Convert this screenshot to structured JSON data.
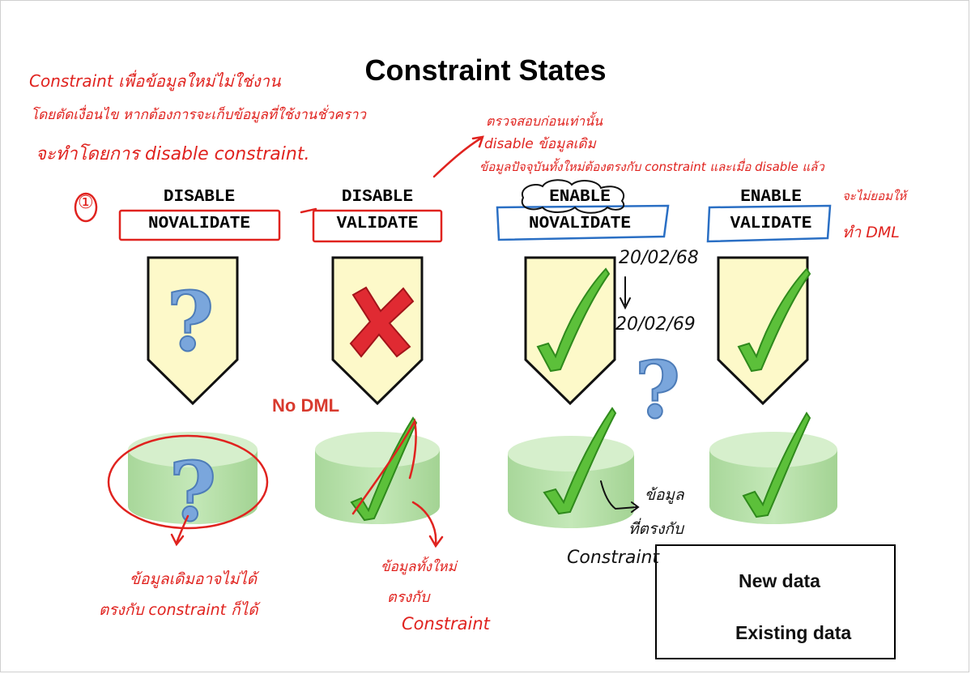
{
  "title": "Constraint States",
  "states": [
    {
      "top": "DISABLE",
      "bottom": "NOVALIDATE",
      "new_icon": "question-mark",
      "existing_icon": "question-mark"
    },
    {
      "top": "DISABLE",
      "bottom": "VALIDATE",
      "new_icon": "cross-mark",
      "existing_icon": "check-mark"
    },
    {
      "top": "ENABLE",
      "bottom": "NOVALIDATE",
      "new_icon": "check-mark",
      "existing_icon": "check-mark"
    },
    {
      "top": "ENABLE",
      "bottom": "VALIDATE",
      "new_icon": "check-mark",
      "existing_icon": "check-mark"
    }
  ],
  "no_dml_label": "No DML",
  "legend": {
    "new_data": "New data",
    "existing_data": "Existing data"
  },
  "annotations": {
    "top_left_1": "Constraint เพื่อข้อมูลใหม่ไม่ใช่งาน",
    "top_left_2": "โดยตัดเงื่อนไข หากต้องการจะเก็บข้อมูลที่ใช้งานชั่วคราว",
    "top_left_3": "จะทำโดยการ disable constraint.",
    "marker_1": "①",
    "enable_nov_1": "ตรวจสอบก่อนเท่านั้น",
    "enable_nov_2": "disable ข้อมูลเดิม",
    "enable_nov_3": "ข้อมูลปัจจุบันทั้งใหม่ต้องตรงกับ constraint และเมื่อ disable แล้ว",
    "right_1": "จะไม่ยอมให้",
    "right_2": "ทำ DML",
    "date_1": "20/02/68",
    "date_2": "20/02/69",
    "col1_note_1": "ข้อมูลเดิมอาจไม่ได้",
    "col1_note_2": "ตรงกับ constraint ก็ได้",
    "col2_note_1": "ข้อมูลทั้งใหม่",
    "col2_note_2": "ตรงกับ",
    "col2_note_3": "Constraint",
    "col3_note_1": "ข้อมูล",
    "col3_note_2": "ที่ตรงกับ",
    "col3_note_3": "Constraint"
  },
  "colors": {
    "shield_fill": "#fdf9c9",
    "cylinder_fill": "#bfe3b2",
    "check": "#5cc03a",
    "cross": "#e02a32",
    "question": "#7aa6dc",
    "ink_red": "#e0231f",
    "ink_blue": "#2a6fc4"
  }
}
